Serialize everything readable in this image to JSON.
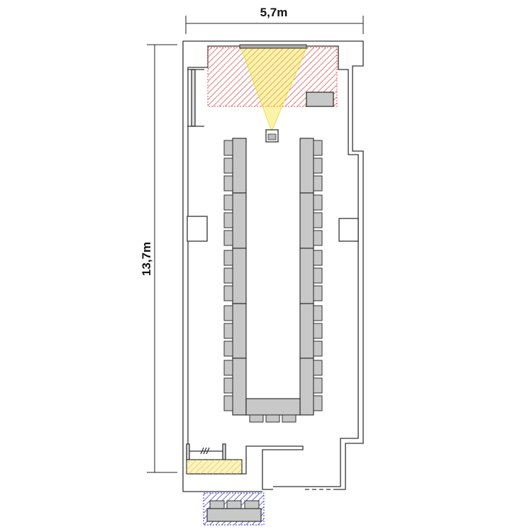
{
  "dimensions": {
    "width_label": "5,7m",
    "length_label": "13,7m"
  },
  "layout": {
    "style": "U-shape",
    "side_chairs_per_column": 15,
    "head_chairs": 3,
    "panel_chairs": 3
  },
  "colors": {
    "wall": "#333333",
    "table": "#c8c8c8",
    "stage_hatch": "#e05050",
    "projection": "#f5e642",
    "buffet_hatch": "#e8d070",
    "panel_hatch": "#3a3ad0"
  }
}
